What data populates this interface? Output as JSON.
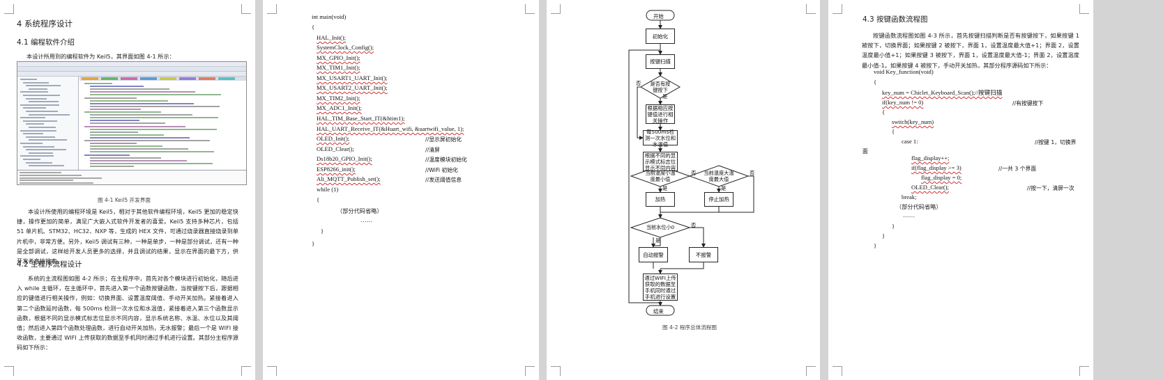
{
  "page1": {
    "h_ch4": "4  系统程序设计",
    "h_41": "4.1  编程软件介绍",
    "intro": "本设计所用到的编程软件为 Keil5，其界面如图 4-1 所示：",
    "fig_caption": "图 4-1 Keil5 开发界面",
    "para1": "本设计所使用的编程环境是 Keil5，相对于其他软件编程环境，Keil5 更加的稳定快捷，操作更加的简单，满足广大嵌入式软件开发者的喜爱。Keil5 支持多种芯片，包括 51 单片机、STM32、HC32、NXP 等，生成的 HEX 文件，可通过烧录器直接烧录到单片机中，非常方便。另外，Keil5 调试有三种，一种是单步，一种是部分调试，还有一种是全部调试，这样给开发人员更多的选择，并且调试的结果，显示在界面的最下方，供开发者直接搜索。",
    "h_42": "4.2  主程序流程设计",
    "para2": "系统的主流程图如图 4-2 所示；在主程序中，首先对各个模块进行初始化，随后进入 while 主循环，在主循环中，首先进入第一个函数按键函数，当按键按下后，跟据相应的键值进行相关操作，例如：切换界面、设置温度阈值、手动开关加热。紧接着进入第二个函数延时函数，每 500ms 检测一次水位和水温值，紧接着进入第三个函数显示函数，根据不同的显示模式标志位显示不同内容，显示系统名称、水温、水位以及其阈值；然后进入第四个函数处理函数，进行自动开关加热，无水报警；最后一个是 WIFI 接收函数，主要通过 WIFI 上传获取的数据至手机同时通过手机进行设置。其部分主程序源码如下所示："
  },
  "page2": {
    "lines": [
      "int main(void)",
      "{",
      "HAL_Init();",
      "SystemClock_Config();",
      "MX_GPIO_Init();",
      "MX_TIM1_Init();",
      "MX_USART1_UART_Init();",
      "MX_USART2_UART_Init();",
      "MX_TIM2_Init();",
      "MX_ADC1_Init();",
      "HAL_TIM_Base_Start_IT(&htim1);",
      "HAL_UART_Receive_IT(&Huart_wifi, &uartwifi_value, 1);",
      "OLED_Init();",
      "OLED_Clear();",
      "Ds18b20_GPIO_Init();",
      "ESP8266_init();",
      "Ali_MQTT_Publish_set();",
      "while (1)",
      "{",
      "（部分代码省略）",
      "……",
      "}",
      "}"
    ],
    "comments": [
      "//显示屏初始化",
      "//清屏",
      "//温度模块初始化",
      "//WiFi 初始化",
      "//发送阈值信息"
    ]
  },
  "page3": {
    "fc": {
      "start": "开始",
      "init": "初始化",
      "key_scan": "按键扫描",
      "key_pressed": "是否有按键按下",
      "key_action": "根据相应按键值进行相关操作",
      "detect_500": "每500ms检测一次水位和水温值",
      "display": "根据不同的显示模式标志位显示不同内容",
      "temp_low": "当前温度小温度最小值",
      "temp_high": "当前温度大温度最大值",
      "heat": "加热",
      "stop_heat": "停止加热",
      "water_zero": "当前水位小0",
      "auto_alarm": "自动报警",
      "no_alarm": "不报警",
      "wifi": "通过WIFI上传获取的数据至手机同时通过手机进行设置",
      "end": "结束",
      "yes": "是",
      "no": "否"
    },
    "caption": "图 4-2  程序总体流程图"
  },
  "page4": {
    "h_43": "4.3  按键函数流程图",
    "para": "按键函数流程图如图 4-3 所示，首先按键扫描判断是否有按键按下，如果按键 1 被按下，切换界面；如果按键 2 被按下，界面 1，设置温度最大值+1；界面 2，设置温度最小值+1；如果按键 3 被按下，界面 1，设置温度最大值-1；界面 2，设置温度最小值-1。如果按键 4 被按下，手动开关加热，其部分程序源码如下所示：",
    "code": [
      "void Key_function(void)",
      "{",
      "key_num = Chiclet_Keyboard_Scan();//按键扫描",
      "if(key_num != 0)",
      "{",
      "switch(key_num)",
      "{",
      "case 1:",
      "flag_display++;",
      "if(flag_display >= 3)",
      "flag_display = 0;",
      "OLED_Clear();",
      "break;",
      "（部分代码省略）",
      "……",
      "}",
      "}",
      "}"
    ],
    "comments": [
      "//有按键按下",
      "//按键 1，切换界",
      "面",
      "//一共 3 个界面",
      "//按一下，清屏一次"
    ]
  }
}
